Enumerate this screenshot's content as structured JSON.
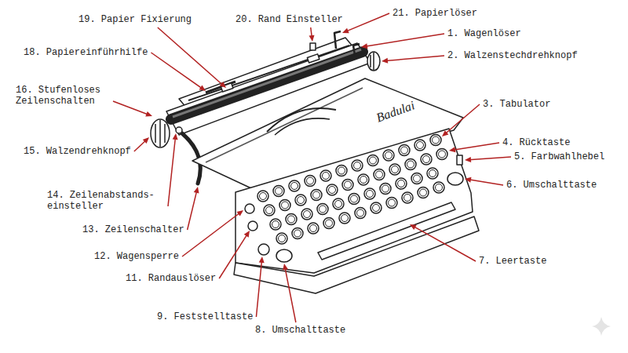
{
  "diagram": {
    "labels": [
      "21. Papierlöser",
      "19. Papier Fixierung",
      "20. Rand Einsteller",
      "1. Wagenlöser",
      "18. Papiereinführhilfe",
      "2. Walzenstechdrehknopf",
      "16. Stufenloses Zeilenschalten",
      "3. Tabulator",
      "4. Rücktaste",
      "15. Walzendrehknopf",
      "5. Farbwahlhebel",
      "6. Umschalttaste",
      "14. Zeilenabstands- einsteller",
      "13. Zeilenschalter",
      "12. Wagensperre",
      "7. Leertaste",
      "11. Randauslöser",
      "9. Feststelltaste",
      "8. Umschalttaste",
      "Badulai"
    ]
  }
}
